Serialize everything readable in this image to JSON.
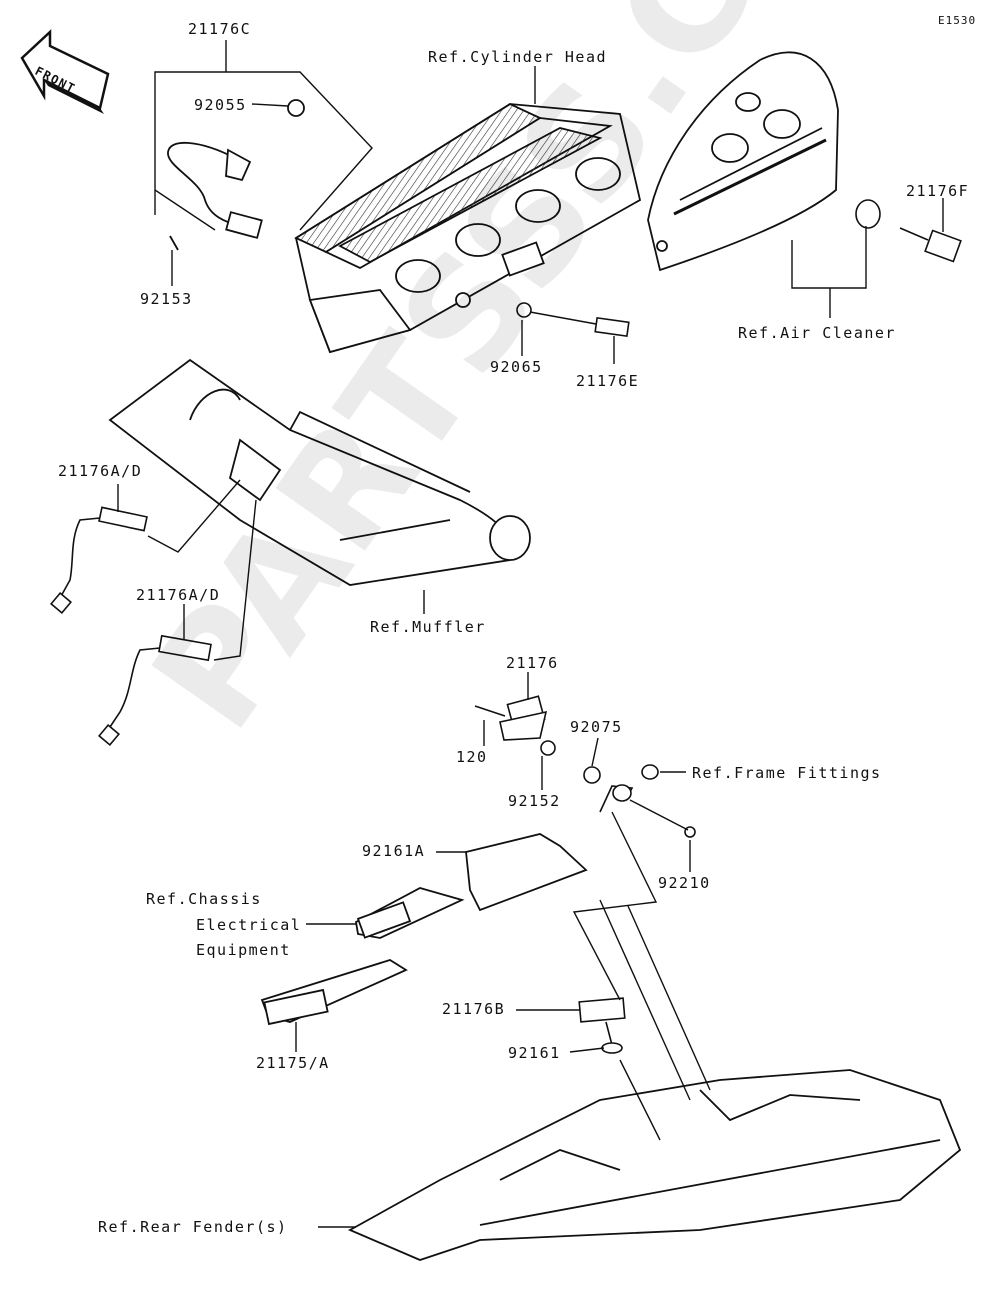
{
  "diagram": {
    "code": "E1530",
    "front_label": "FRONT",
    "watermark": "PARTSSS.COM",
    "labels": {
      "p21176C": "21176C",
      "p92055": "92055",
      "p92153": "92153",
      "ref_cylinder_head": "Ref.Cylinder Head",
      "p21176F": "21176F",
      "ref_air_cleaner": "Ref.Air Cleaner",
      "p92065": "92065",
      "p21176E": "21176E",
      "p21176AD_1": "21176A/D",
      "p21176AD_2": "21176A/D",
      "ref_muffler": "Ref.Muffler",
      "p21176": "21176",
      "p92075": "92075",
      "p120": "120",
      "p92152": "92152",
      "ref_frame_fittings": "Ref.Frame Fittings",
      "p92161A": "92161A",
      "p92210": "92210",
      "ref_chassis_1": "Ref.Chassis",
      "ref_chassis_2": "Electrical",
      "ref_chassis_3": "Equipment",
      "p21176B": "21176B",
      "p92161": "92161",
      "p21175A": "21175/A",
      "ref_rear_fender": "Ref.Rear Fender(s)"
    }
  }
}
